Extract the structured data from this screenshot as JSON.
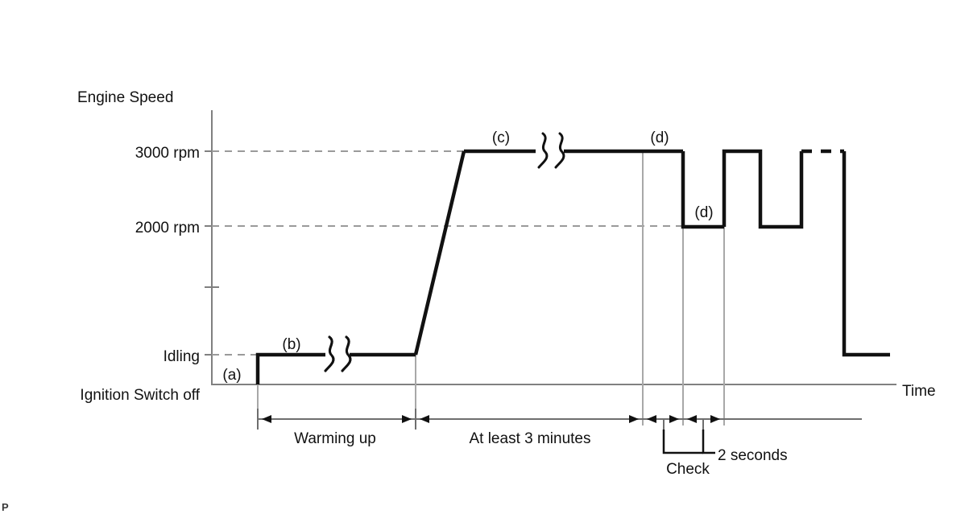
{
  "figure": {
    "corner_mark": "P",
    "y_axis_title": "Engine Speed",
    "x_axis_title": "Time",
    "baseline_label": "Ignition Switch off"
  },
  "y_ticks": [
    {
      "label": "3000 rpm",
      "value": 3000
    },
    {
      "label": "2000 rpm",
      "value": 2000
    },
    {
      "label": "Idling",
      "value": 700
    }
  ],
  "callouts": [
    {
      "id": "a",
      "label": "(a)",
      "note": "ignition switch on / engine start"
    },
    {
      "id": "b",
      "label": "(b)",
      "note": "idling during warming up"
    },
    {
      "id": "c",
      "label": "(c)",
      "note": "hold at 3000 rpm"
    },
    {
      "id": "d1",
      "label": "(d)",
      "note": "end of 3000 rpm hold"
    },
    {
      "id": "d2",
      "label": "(d)",
      "note": "drop to 2000 rpm"
    }
  ],
  "segments": [
    {
      "label": "Warming up"
    },
    {
      "label": "At least 3 minutes"
    },
    {
      "label": "Check"
    },
    {
      "label": "2 seconds"
    }
  ],
  "chart_data": {
    "type": "line",
    "title": "Engine Speed vs Time",
    "xlabel": "Time",
    "ylabel": "Engine Speed",
    "ytick_labels": [
      "3000 rpm",
      "2000 rpm",
      "Idling"
    ],
    "ytick_values": [
      3000,
      2000,
      700
    ],
    "ylim": [
      0,
      3400
    ],
    "grid": "dashed horizontal at 3000, 2000, Idling",
    "legend": "none",
    "series": [
      {
        "name": "Engine speed",
        "points": [
          {
            "t": "ignition on",
            "rpm": 0
          },
          {
            "t": "ignition on",
            "rpm": 700
          },
          {
            "t": "warming up (break)",
            "rpm": 700
          },
          {
            "t": "end of warm up",
            "rpm": 700
          },
          {
            "t": "ramp to 3000",
            "rpm": 3000
          },
          {
            "t": "hold 3000 (break)",
            "rpm": 3000
          },
          {
            "t": "end of 3 minutes",
            "rpm": 3000
          },
          {
            "t": "drop to 2000",
            "rpm": 2000
          },
          {
            "t": "check 2 seconds",
            "rpm": 2000
          },
          {
            "t": "pulse up",
            "rpm": 3000
          },
          {
            "t": "pulse hold",
            "rpm": 3000
          },
          {
            "t": "pulse down",
            "rpm": 2000
          },
          {
            "t": "pulse hold",
            "rpm": 2000
          },
          {
            "t": "pulse up",
            "rpm": 3000
          },
          {
            "t": "repeat (dashed)",
            "rpm": 3000
          },
          {
            "t": "return to idle",
            "rpm": 700
          },
          {
            "t": "end",
            "rpm": 700
          }
        ]
      }
    ],
    "annotations": [
      "(a) at ignition switch on",
      "(b) over idling plateau",
      "(c) over 3000 rpm plateau",
      "(d) at end of 3000 rpm hold",
      "(d) at 2000 rpm step",
      "Warming up interval",
      "At least 3 minutes interval",
      "Check interval",
      "2 seconds interval"
    ]
  }
}
